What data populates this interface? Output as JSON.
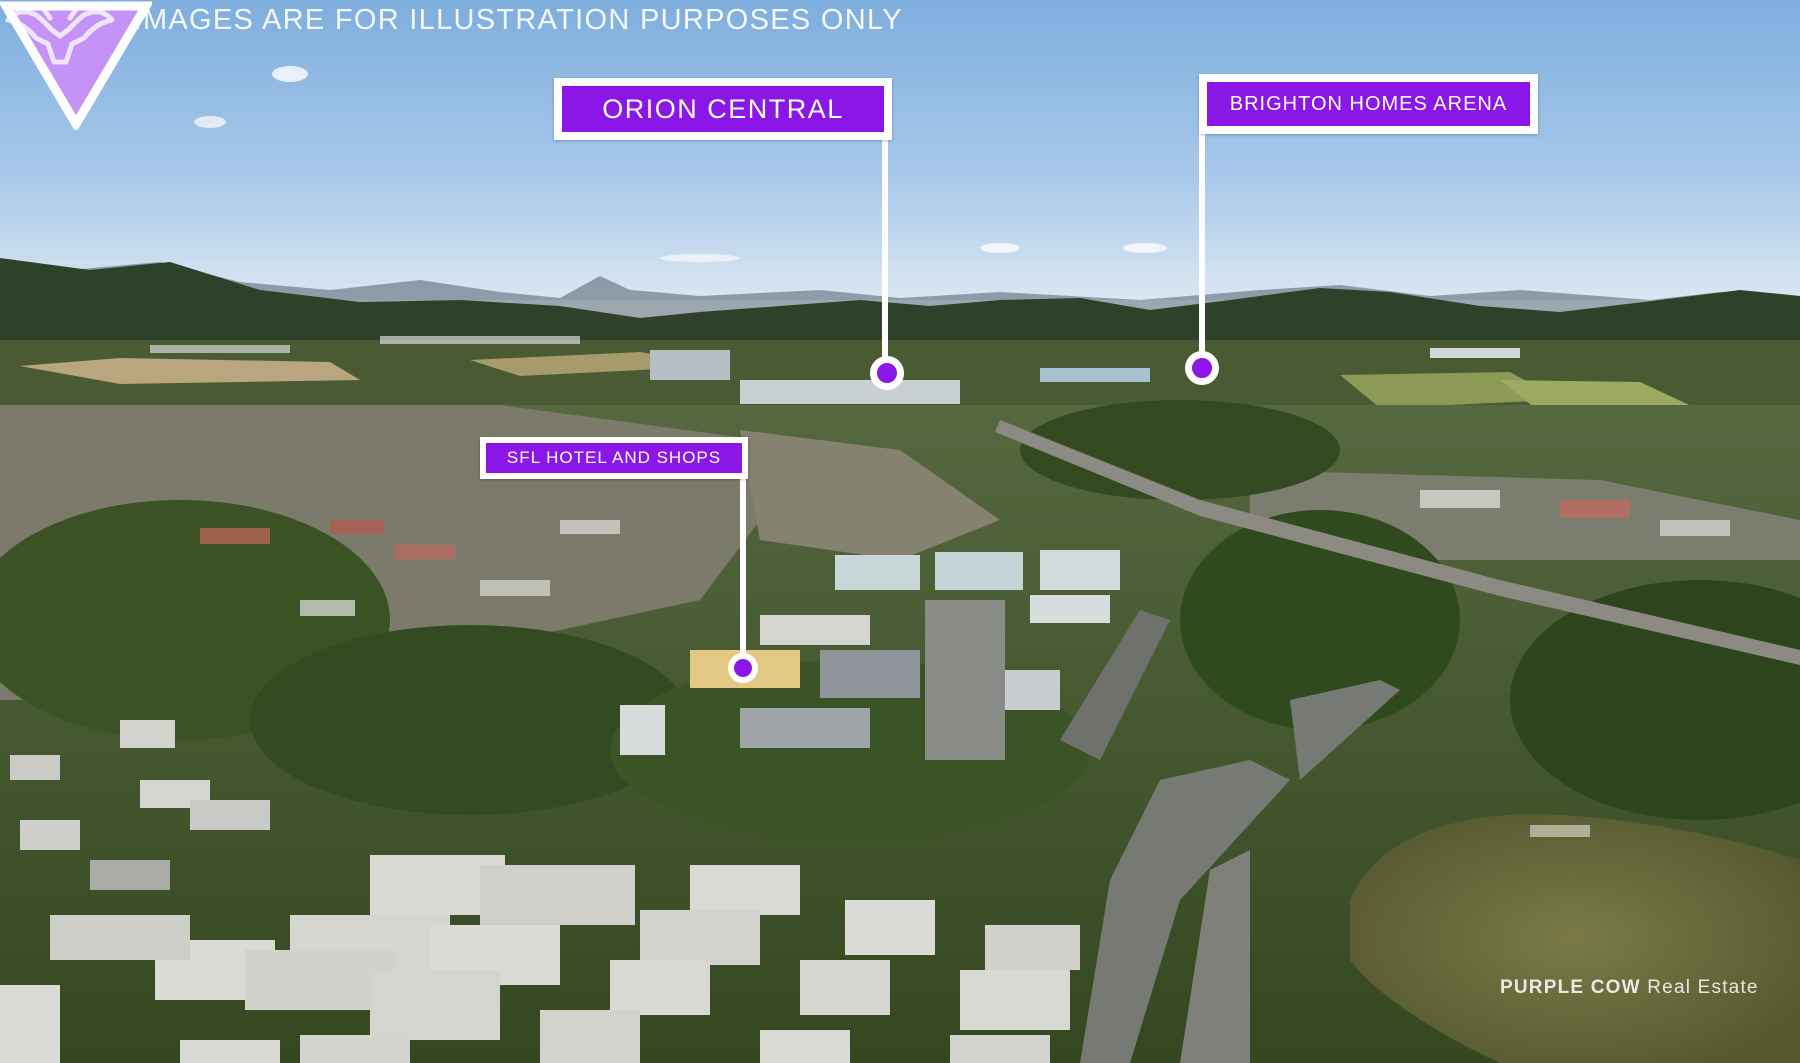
{
  "disclaimer": "DRONE IMAGES ARE FOR ILLUSTRATION PURPOSES ONLY",
  "callouts": [
    {
      "label": "ORION CENTRAL"
    },
    {
      "label": "BRIGHTON HOMES ARENA"
    },
    {
      "label": "SFL HOTEL AND SHOPS"
    }
  ],
  "brand": {
    "name": "PURPLE COW",
    "suffix": "Real Estate",
    "icon": "cow-head-icon"
  },
  "colors": {
    "accent": "#8a16e8",
    "marker": "#c493f5",
    "sky_top": "#7fb0dc",
    "sky_bottom": "#d9e6f2",
    "hills": "#2f4a2c",
    "trees": "#3f5a2a",
    "lake": "#6e7040"
  }
}
